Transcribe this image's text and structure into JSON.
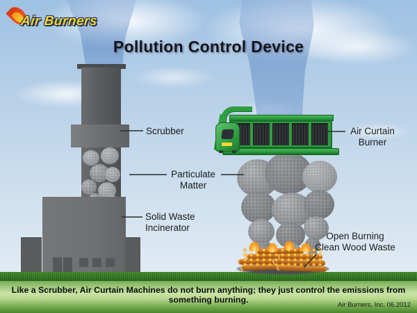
{
  "logo": {
    "text": "Air Burners"
  },
  "title": "Pollution Control Device",
  "labels": {
    "scrubber": "Scrubber",
    "particulate_matter": "Particulate\nMatter",
    "solid_waste_incinerator": "Solid Waste\nIncinerator",
    "air_curtain_burner": "Air Curtain\nBurner",
    "open_burning": "Open Burning\nClean Wood Waste"
  },
  "footer": {
    "caption": "Like a Scrubber, Air Curtain Machines do not burn anything; they just control the emissions from something burning.",
    "credit": "Air Burners, Inc.  06.2012"
  },
  "colors": {
    "machine_green": "#2f9e41",
    "smoke_gray": "#8f9296",
    "steam_blue": "#7fa8d6",
    "sky_top": "#9fc1e2",
    "grass_green": "#2f7026",
    "flame_orange": "#f26522",
    "logo_yellow": "#ffd52e"
  }
}
